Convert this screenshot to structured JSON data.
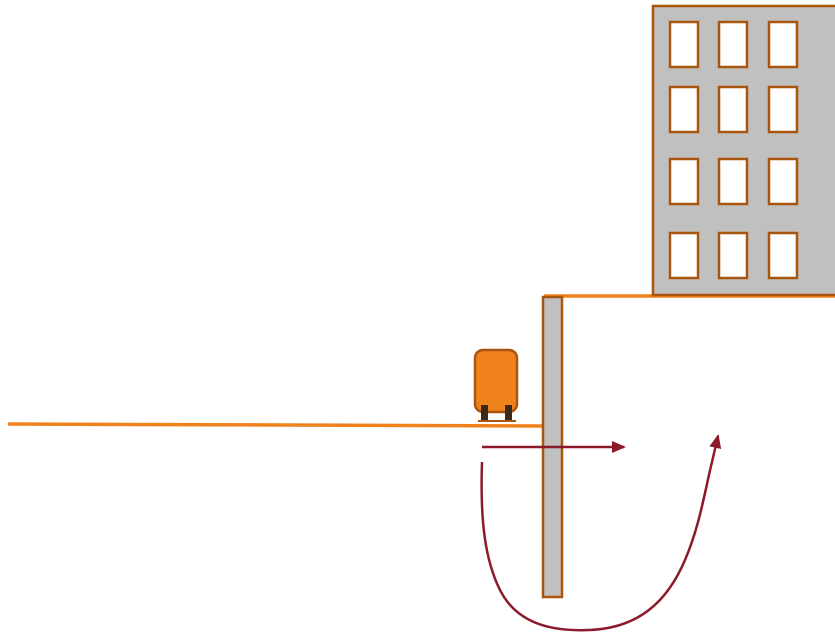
{
  "diagram": {
    "colors": {
      "background": "#ffffff",
      "ground_line": "#f0821e",
      "outline": "#a8560d",
      "building_fill": "#c0c0c0",
      "window_fill": "#ffffff",
      "wall_fill": "#c0c0c0",
      "machine_fill": "#f0821e",
      "arrow": "#8b1a2b"
    },
    "elements": {
      "building": {
        "window_columns": 3,
        "window_rows": 4
      },
      "retaining_wall": {},
      "machine": {},
      "lower_ground": {},
      "upper_ground": {},
      "flow_arrows": [
        "horizontal-arrow",
        "curved-arrow"
      ]
    }
  }
}
